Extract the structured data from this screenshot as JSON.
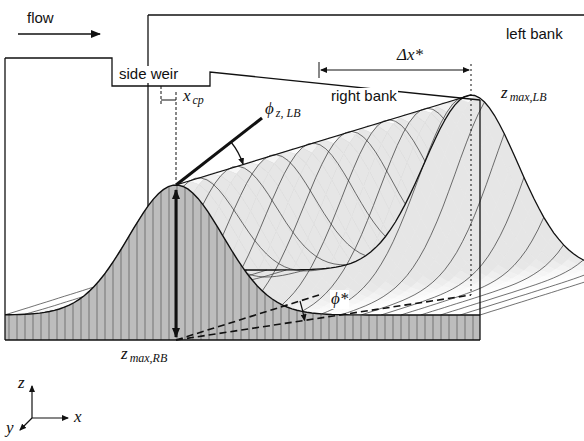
{
  "diagram": {
    "labels": [
      "flow",
      "left bank",
      "side weir",
      "x",
      "cp",
      "ϕ",
      "z, LB",
      "right bank",
      "Δx*",
      "z",
      "max,LB",
      "ϕ*",
      "z",
      "max,RB",
      "z",
      "x",
      "y"
    ]
  }
}
